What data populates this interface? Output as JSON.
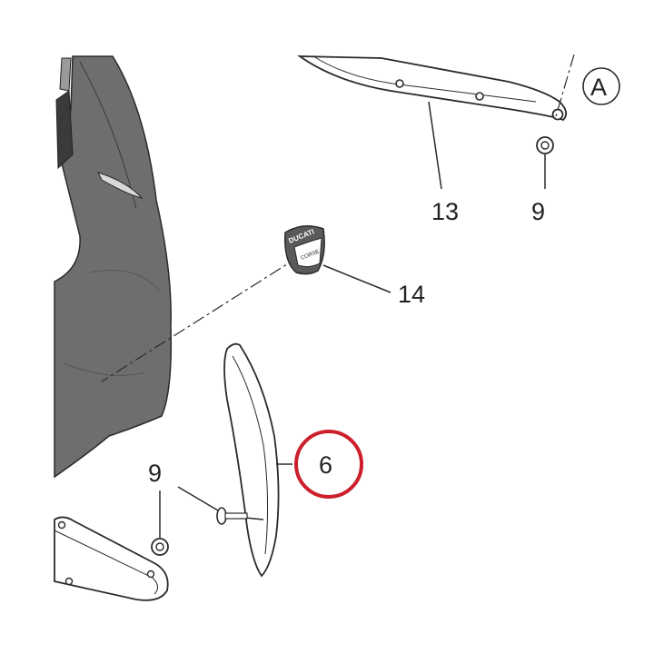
{
  "diagram": {
    "callouts": [
      {
        "id": "callout-13",
        "label": "13"
      },
      {
        "id": "callout-9-top",
        "label": "9"
      },
      {
        "id": "callout-14",
        "label": "14"
      },
      {
        "id": "callout-6",
        "label": "6"
      },
      {
        "id": "callout-9-bottom",
        "label": "9"
      }
    ],
    "reference_marker": "A",
    "logo_text": "DUCATI",
    "logo_subtext": "CORSE",
    "highlight_color": "#cc1f2b",
    "part_fill_color": "#6e6e6e"
  }
}
